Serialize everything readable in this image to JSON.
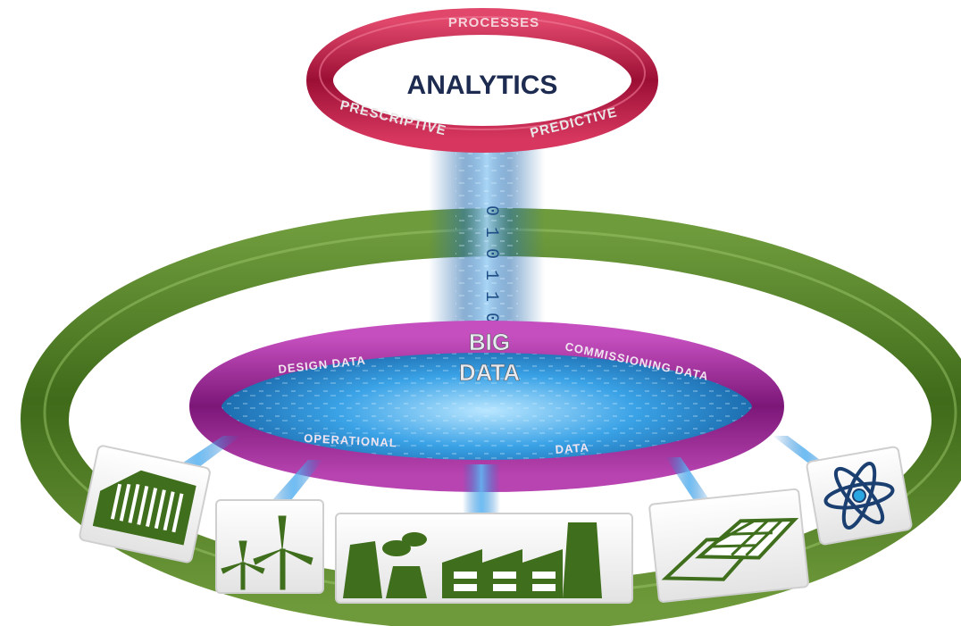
{
  "analytics_ring": {
    "title": "ANALYTICS",
    "top_label": "PROCESSES",
    "left_label": "PRESCRIPTIVE",
    "right_label": "PREDICTIVE"
  },
  "big_data": {
    "line1": "BIG",
    "line2": "DATA",
    "label_design": "DESIGN DATA",
    "label_commissioning": "COMMISSIONING DATA",
    "label_operational": "OPERATIONAL",
    "label_data": "DATA"
  },
  "binary_stream_glyphs": "0 1 0 1 1 0 1 0 0 1",
  "sources": [
    {
      "icon": "hydro-dam-icon"
    },
    {
      "icon": "wind-turbine-icon"
    },
    {
      "icon": "industrial-plant-icon"
    },
    {
      "icon": "solar-panel-icon"
    },
    {
      "icon": "atom-nuclear-icon"
    }
  ],
  "colors": {
    "analytics_ring": "#c21d48",
    "outer_ring": "#4d7a22",
    "data_ring": "#a12a9a",
    "data_pool": "#1d8fd6",
    "beam": "#2f7fc0",
    "icon_green": "#3f6e1c"
  }
}
